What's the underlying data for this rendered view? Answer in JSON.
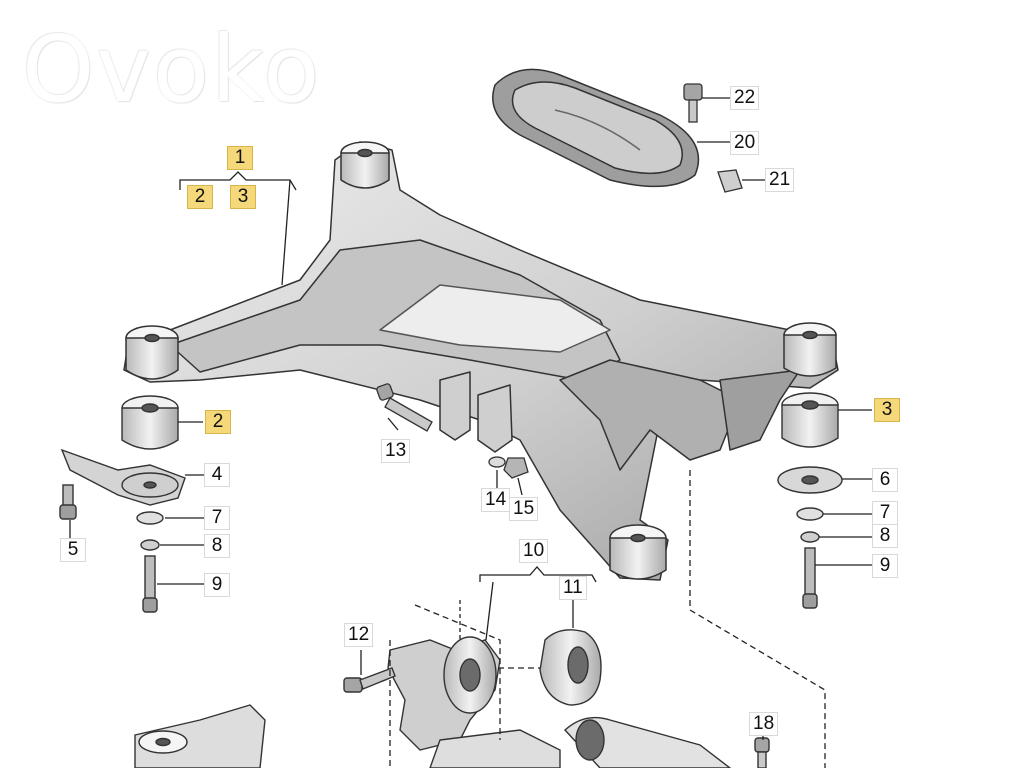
{
  "watermark": {
    "text": "Ovoko"
  },
  "callouts": {
    "c1": "1",
    "c2a": "2",
    "c3a": "3",
    "c2": "2",
    "c3": "3",
    "c4": "4",
    "c5": "5",
    "c6": "6",
    "c7a": "7",
    "c7b": "7",
    "c8a": "8",
    "c8b": "8",
    "c9a": "9",
    "c9b": "9",
    "c10": "10",
    "c11": "11",
    "c12": "12",
    "c13": "13",
    "c14": "14",
    "c15": "15",
    "c18": "18",
    "c20": "20",
    "c21": "21",
    "c22": "22"
  },
  "colors": {
    "highlight": "#f4d87a",
    "part_fill": "#d7d7d7",
    "part_shadow": "#9a9a9a",
    "outline": "#3a3a3a"
  }
}
